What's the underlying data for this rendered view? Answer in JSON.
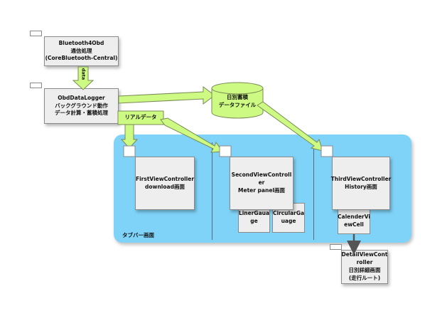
{
  "colors": {
    "arrow_fill": "#ccfa82",
    "arrow_stroke": "#7a8a55",
    "tabbar_fill": "#7fd3f8",
    "box_fill": "#eeeeee",
    "cylinder_fill": "#ccfa82"
  },
  "diagram": {
    "bluetooth": {
      "line1": "Bluetooth4Obd",
      "line2": "通信処理",
      "line3": "(CoreBluetooth-Central)"
    },
    "data_arrow_label": "data",
    "logger": {
      "line1": "ObdDataLogger",
      "line2": "バックグラウンド動作",
      "line3": "データ計算・蓄積処理"
    },
    "datafile": {
      "line1": "日別蓄積",
      "line2": "データファイル"
    },
    "realtime_label": "リアルデータ",
    "first_vc": {
      "line1": "FirstViewController",
      "line2": "download画面"
    },
    "second_vc": {
      "line1": "SecondViewControll",
      "line2": "er",
      "line3": "Meter panel画面"
    },
    "third_vc": {
      "line1": "ThirdViewController",
      "line2": "History画面"
    },
    "liner": {
      "line1": "LinerGaua",
      "line2": "ge"
    },
    "circular": {
      "line1": "CircularGa",
      "line2": "uage"
    },
    "calender": {
      "line1": "CalenderVi",
      "line2": "ewCell"
    },
    "detail": {
      "line1": "DetailViewCont",
      "line2": "roller",
      "line3": "日別詳細画面",
      "line4": "(走行ルート)"
    },
    "tabbar_label": "タブバー画面"
  }
}
